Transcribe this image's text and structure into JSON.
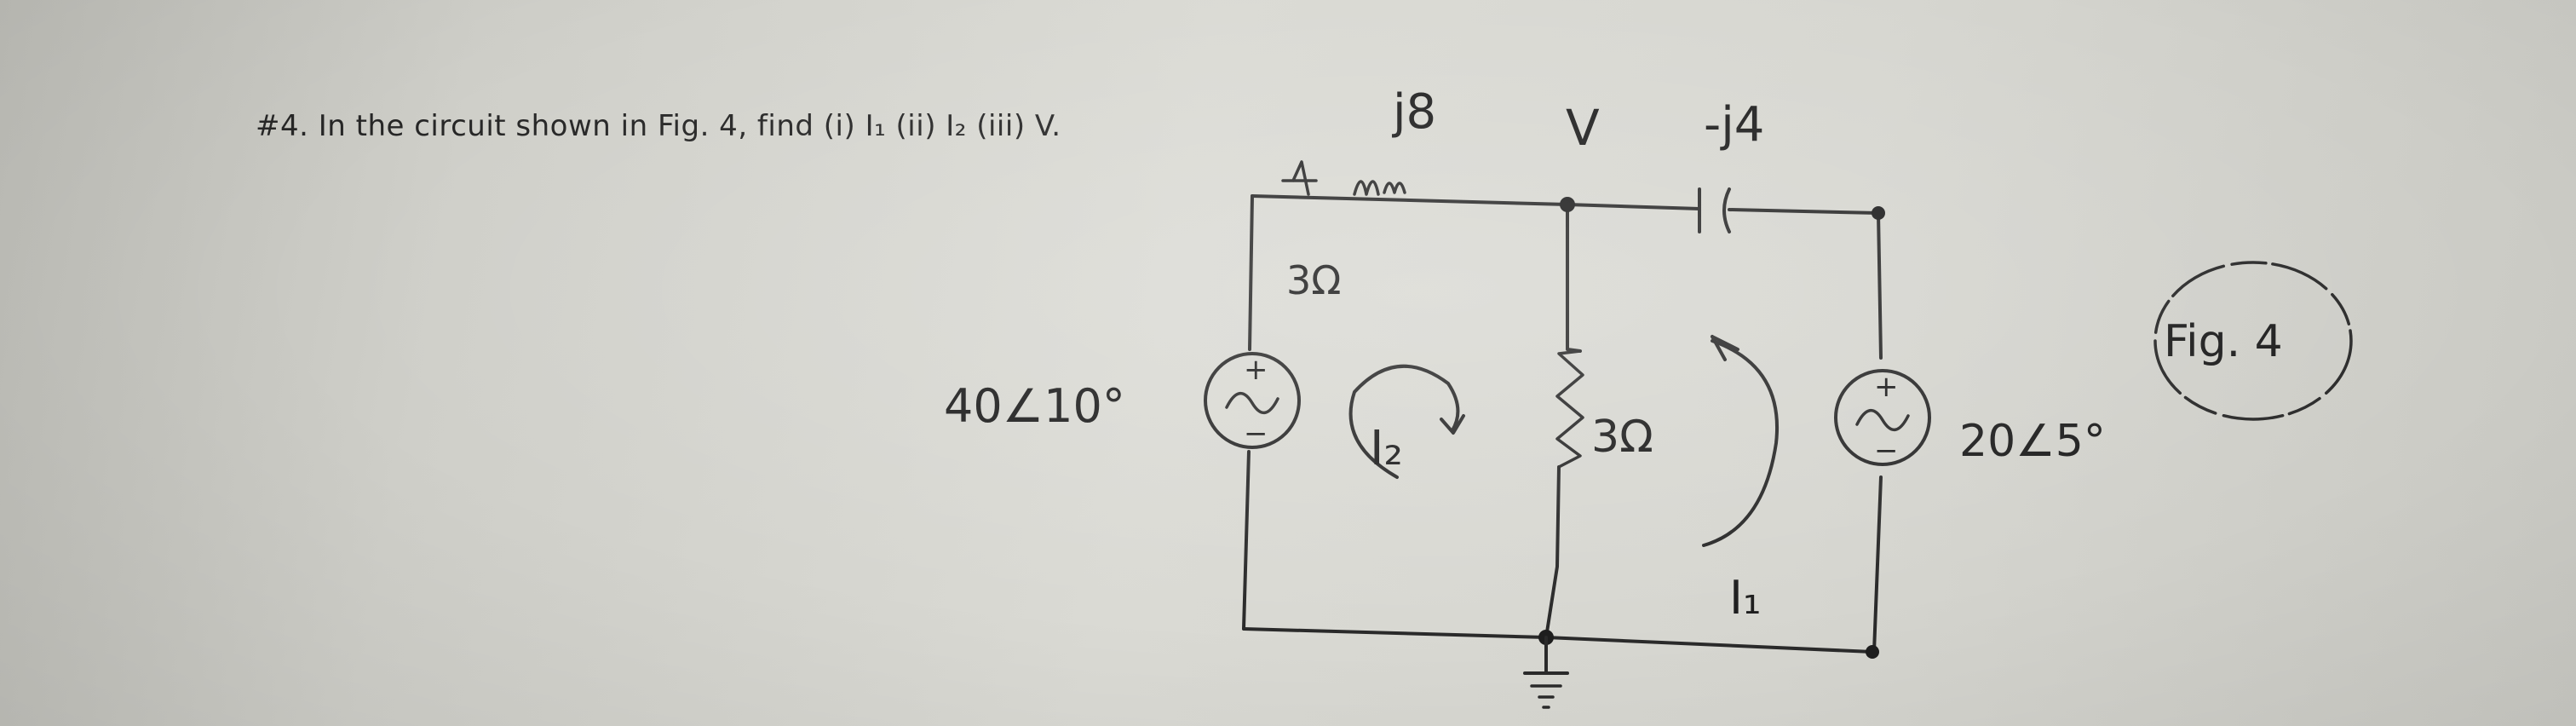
{
  "problem": {
    "text": "#4. In the circuit shown in Fig. 4, find (i) I₁ (ii) I₂ (iii) V."
  },
  "circuit": {
    "labels": {
      "inductor": "j8",
      "node_voltage": "V",
      "capacitor": "-j4",
      "series_resistor": "3Ω",
      "shunt_resistor": "3Ω",
      "source_left": "40∠10°",
      "source_right": "20∠5°",
      "mesh_left": "I₂",
      "mesh_right": "I₁",
      "figure": "Fig. 4",
      "plus": "+",
      "minus": "−"
    }
  }
}
